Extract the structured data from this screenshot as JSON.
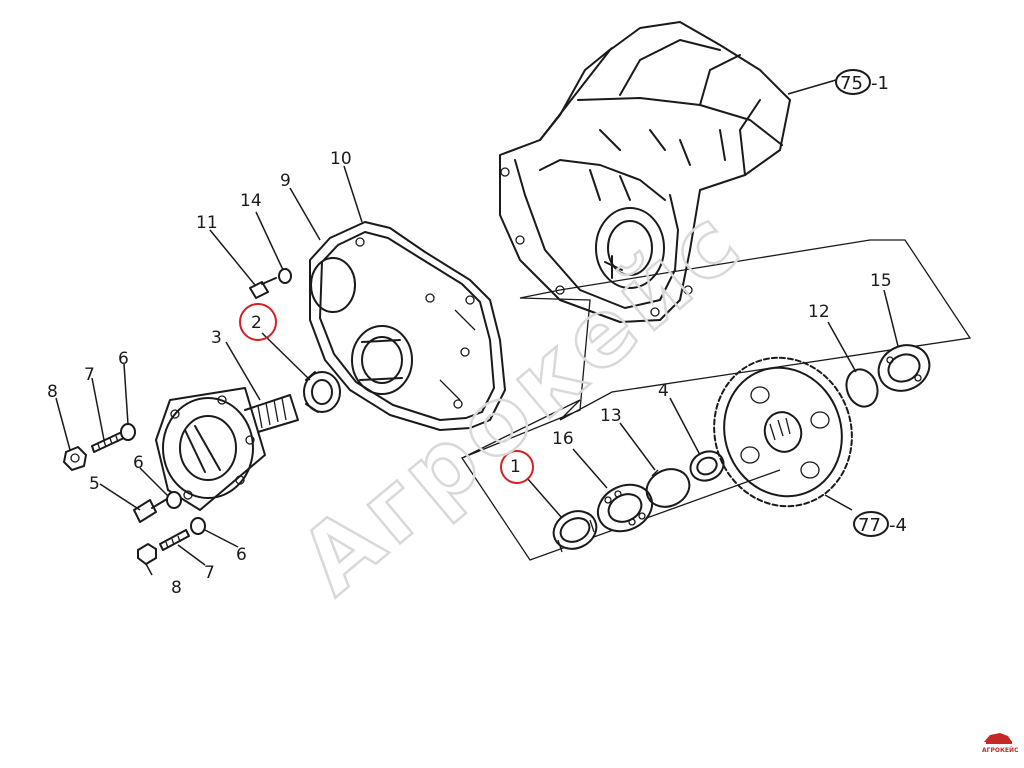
{
  "watermark": "Агрокейс",
  "logo_text": "АГРОКЕЙС",
  "colors": {
    "line": "#1a1a1a",
    "highlight": "#d42020",
    "watermark": "#d9d9d9",
    "logo": "#c62828"
  },
  "callouts": {
    "c1": "1",
    "c2": "2",
    "c3": "3",
    "c4": "4",
    "c5": "5",
    "c6a": "6",
    "c6b": "6",
    "c6c": "6",
    "c7a": "7",
    "c7b": "7",
    "c8a": "8",
    "c8b": "8",
    "c9": "9",
    "c10": "10",
    "c11": "11",
    "c12": "12",
    "c13": "13",
    "c14": "14",
    "c15": "15",
    "c16": "16"
  },
  "references": {
    "r75_num": "75",
    "r75_suffix": "-1",
    "r77_num": "77",
    "r77_suffix": "-4"
  },
  "highlighted_callouts": [
    "1",
    "2"
  ]
}
